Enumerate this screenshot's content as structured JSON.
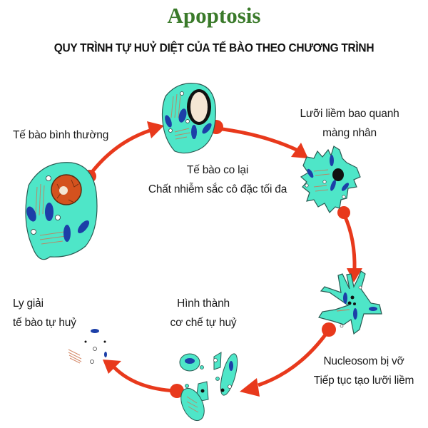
{
  "title": "Apoptosis",
  "subtitle": "QUY TRÌNH TỰ HUỶ DIỆT CỦA TẾ BÀO THEO CHƯƠNG TRÌNH",
  "colors": {
    "title": "#3a7a2a",
    "arrow": "#e8391c",
    "cytoplasm": "#4ee6c8",
    "mitochondria": "#1c3fa8",
    "nucleus": "#d4521e"
  },
  "stages": [
    {
      "id": "normal",
      "lines": [
        "Tế bào bình thường"
      ]
    },
    {
      "id": "shrink",
      "lines": [
        "Tế bào co lại",
        "Chất nhiễm sắc cô đặc tối đa"
      ]
    },
    {
      "id": "blebbing",
      "lines": [
        "Lưỡi liềm bao quanh",
        "màng nhân"
      ]
    },
    {
      "id": "fragmentation",
      "lines": [
        "Nucleosom bị vỡ",
        "Tiếp tục tạo lưỡi liềm"
      ]
    },
    {
      "id": "apoptotic-bodies",
      "lines": [
        "Hình thành",
        "cơ chế tự huỷ"
      ]
    },
    {
      "id": "lysis",
      "lines": [
        "Ly giải",
        "tế bào tự huỷ"
      ]
    }
  ]
}
